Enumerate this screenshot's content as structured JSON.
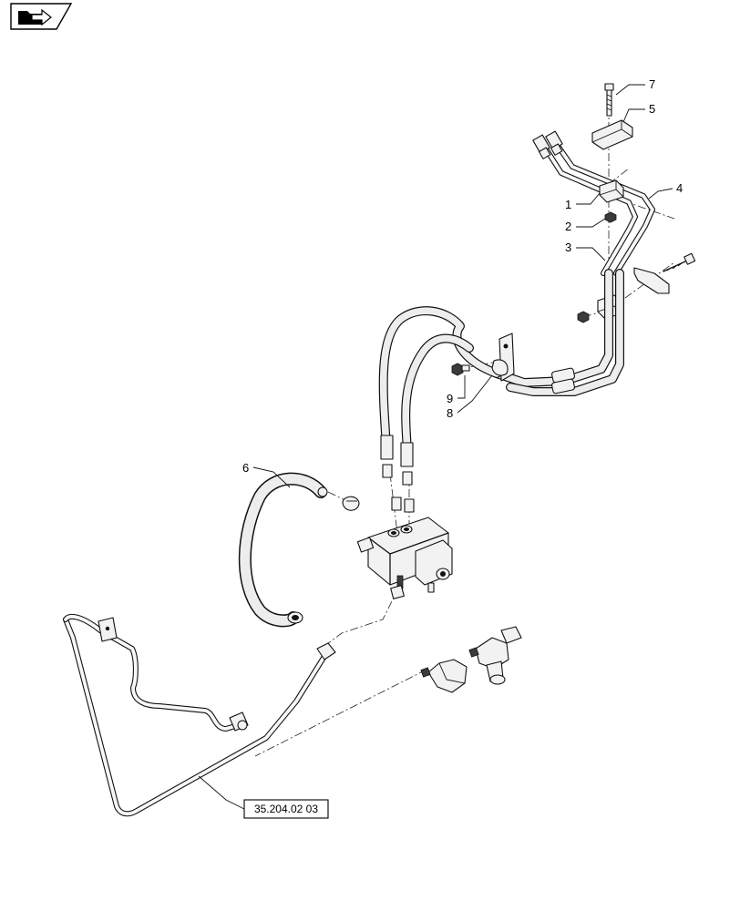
{
  "nav": {
    "icon": "folder-arrow-icon"
  },
  "callouts": {
    "c1": "1",
    "c2": "2",
    "c3": "3",
    "c4": "4",
    "c5": "5",
    "c6": "6",
    "c7": "7",
    "c8": "8",
    "c9": "9"
  },
  "reference": {
    "label": "35.204.02 03"
  }
}
